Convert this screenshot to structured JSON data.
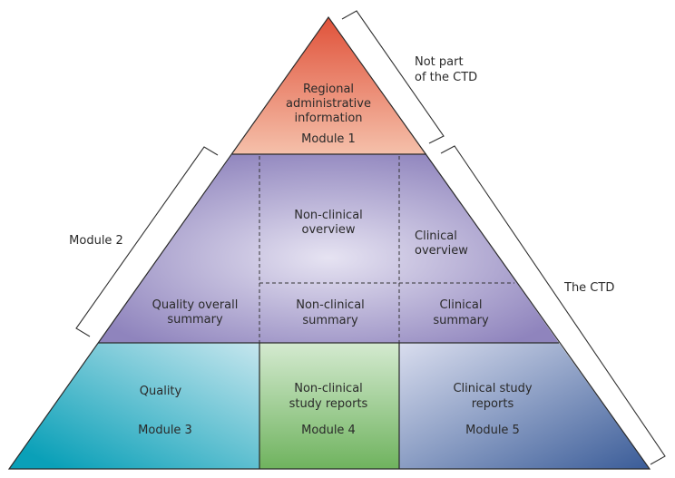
{
  "title": "CTD pyramid",
  "regions": {
    "module1": {
      "lines": [
        "Regional",
        "administrative",
        "information"
      ],
      "module": "Module 1",
      "color_top": "#e0523a",
      "color_bottom": "#f5c0aa"
    },
    "quality_overall_summary": {
      "lines": [
        "Quality overall",
        "summary"
      ]
    },
    "nonclinical_overview": {
      "lines": [
        "Non-clinical",
        "overview"
      ]
    },
    "clinical_overview": {
      "lines": [
        "Clinical",
        "overview"
      ]
    },
    "nonclinical_summary": {
      "lines": [
        "Non-clinical",
        "summary"
      ]
    },
    "clinical_summary": {
      "lines": [
        "Clinical",
        "summary"
      ]
    },
    "module3": {
      "lines": [
        "Quality"
      ],
      "module": "Module 3",
      "color_dark": "#0aa0b8",
      "color_light": "#c6e6ee"
    },
    "module4": {
      "lines": [
        "Non-clinical",
        "study reports"
      ],
      "module": "Module 4",
      "color_light": "#d4ead0",
      "color_dark": "#6fb35e"
    },
    "module5": {
      "lines": [
        "Clinical study",
        "reports"
      ],
      "module": "Module 5",
      "color_light": "#d9ddee",
      "color_dark": "#3a5c98"
    },
    "module2_color_dark": "#8f84bd",
    "module2_color_light": "#e6e3f2"
  },
  "brackets": {
    "not_part": [
      "Not part",
      "of the CTD"
    ],
    "module2": "Module 2",
    "the_ctd": "The CTD"
  }
}
